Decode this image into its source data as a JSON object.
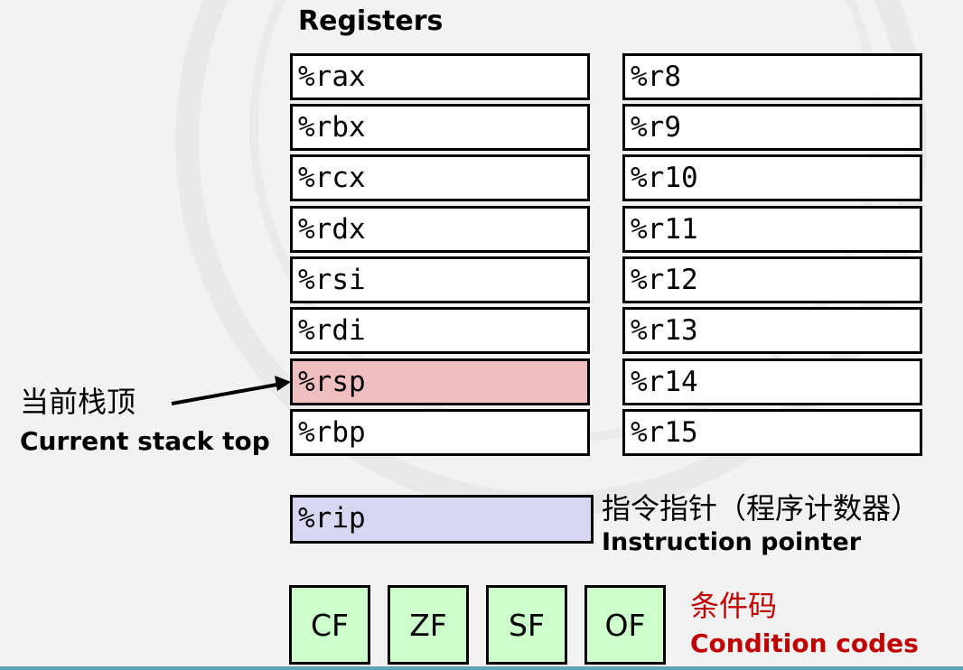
{
  "heading": "Registers",
  "left_registers": [
    "%rax",
    "%rbx",
    "%rcx",
    "%rdx",
    "%rsi",
    "%rdi",
    "%rsp",
    "%rbp"
  ],
  "right_registers": [
    "%r8",
    "%r9",
    "%r10",
    "%r11",
    "%r12",
    "%r13",
    "%r14",
    "%r15"
  ],
  "rip": "%rip",
  "stack_top": {
    "cn": "当前栈顶",
    "en": "Current stack top"
  },
  "instruction_pointer": {
    "cn": "指令指针（程序计数器）",
    "en": "Instruction pointer"
  },
  "condition_codes": {
    "flags": [
      "CF",
      "ZF",
      "SF",
      "OF"
    ],
    "cn": "条件码",
    "en": "Condition codes"
  },
  "colors": {
    "rsp_fill": "#efbfbf",
    "rip_fill": "#d7d7f3",
    "flag_fill": "#ccffcc",
    "condition_text": "#c00000"
  }
}
